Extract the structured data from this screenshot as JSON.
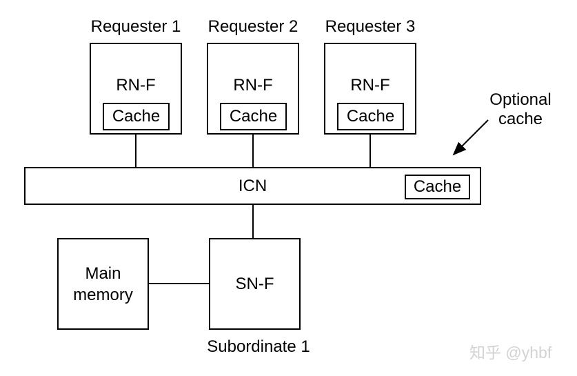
{
  "diagram": {
    "requesters": [
      {
        "title": "Requester 1",
        "node": "RN-F",
        "cache": "Cache"
      },
      {
        "title": "Requester 2",
        "node": "RN-F",
        "cache": "Cache"
      },
      {
        "title": "Requester 3",
        "node": "RN-F",
        "cache": "Cache"
      }
    ],
    "interconnect": {
      "label": "ICN",
      "cache": "Cache"
    },
    "optional_cache_note": {
      "line1": "Optional",
      "line2": "cache"
    },
    "main_memory": {
      "line1": "Main",
      "line2": "memory"
    },
    "subordinate": {
      "node": "SN-F",
      "label": "Subordinate 1"
    },
    "watermark": "知乎 @yhbf",
    "colors": {
      "stroke": "#000000",
      "background": "#ffffff",
      "watermark": "#d2d2d2"
    }
  }
}
